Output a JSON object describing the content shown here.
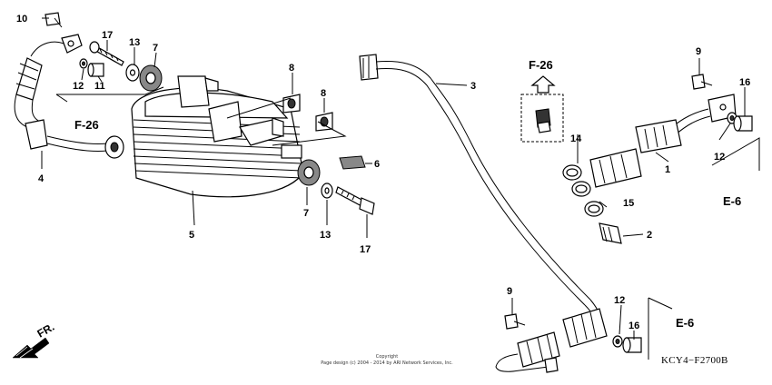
{
  "parts": {
    "p1": "1",
    "p2": "2",
    "p3": "3",
    "p4": "4",
    "p5": "5",
    "p6": "6",
    "p7a": "7",
    "p7b": "7",
    "p8a": "8",
    "p8b": "8",
    "p9a": "9",
    "p9b": "9",
    "p10": "10",
    "p11": "11",
    "p12a": "12",
    "p12b": "12",
    "p12c": "12",
    "p13a": "13",
    "p13b": "13",
    "p14": "14",
    "p15": "15",
    "p16a": "16",
    "p16b": "16",
    "p17a": "17",
    "p17b": "17"
  },
  "references": {
    "f26_left": "F-26",
    "f26_top": "F-26",
    "e6_right": "E-6",
    "e6_bottom": "E-6"
  },
  "front_label": "FR.",
  "diagram_code": "KCY4−F2700B",
  "copyright": {
    "line1": "Copyright",
    "line2": "Page design (c) 2004 - 2014 by ARI Network Services, Inc."
  }
}
